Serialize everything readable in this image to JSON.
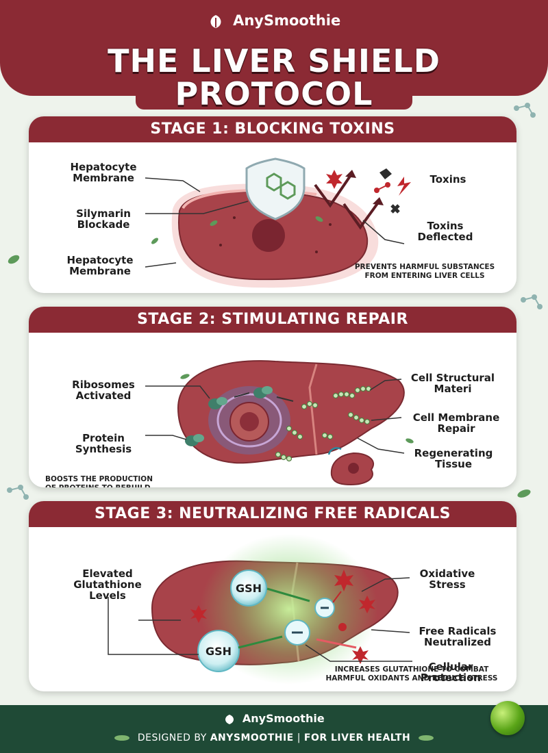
{
  "brand": {
    "name": "AnySmoothie"
  },
  "title": {
    "line1": "THE LIVER SHIELD",
    "line2": "PROTOCOL"
  },
  "stages": [
    {
      "heading": "STAGE 1: BLOCKING TOXINS",
      "labels": {
        "membrane_top": "Hepatocyte\nMembrane",
        "blockade": "Silymarin\nBlockade",
        "membrane_bottom": "Hepatocyte\nMembrane",
        "toxins": "Toxins",
        "deflected": "Toxins\nDeflected"
      },
      "note": "PREVENTS HARMFUL SUBSTANCES\nFROM ENTERING LIVER CELLS"
    },
    {
      "heading": "STAGE 2: STIMULATING REPAIR",
      "labels": {
        "ribosomes": "Ribosomes\nActivated",
        "protein": "Protein\nSynthesis",
        "structural": "Cell Structural\nMateri",
        "membrane_repair": "Cell Membrane\nRepair",
        "regenerating": "Regenerating\nTissue"
      },
      "note": "BOOSTS THE PRODUCTION\nOF PROTEINS TO REBUILD\nDAMAGED HEPATOCYTES"
    },
    {
      "heading": "STAGE 3: NEUTRALIZING FREE RADICALS",
      "labels": {
        "glutathione": "Elevated\nGlutathione\nLevels",
        "oxidative": "Oxidative\nStress",
        "neutralized": "Free Radicals\nNeutralized",
        "protection": "Cellular\nProtection",
        "gsh": "GSH"
      },
      "note": "INCREASES GLUTATHIONE TO COMBAT\nHARMFUL OXIDANTS AND REDUCE STRESS"
    }
  ],
  "footer": {
    "brand": "AnySmoothie",
    "credit_prefix": "DESIGNED BY",
    "credit_brand": "ANYSMOOTHIE",
    "credit_sep": "|",
    "credit_suffix": "FOR LIVER HEALTH"
  },
  "colors": {
    "maroon": "#8b2a34",
    "liver": "#a8434a",
    "footer": "#1f4a36",
    "leaf": "#5d9a5a"
  }
}
